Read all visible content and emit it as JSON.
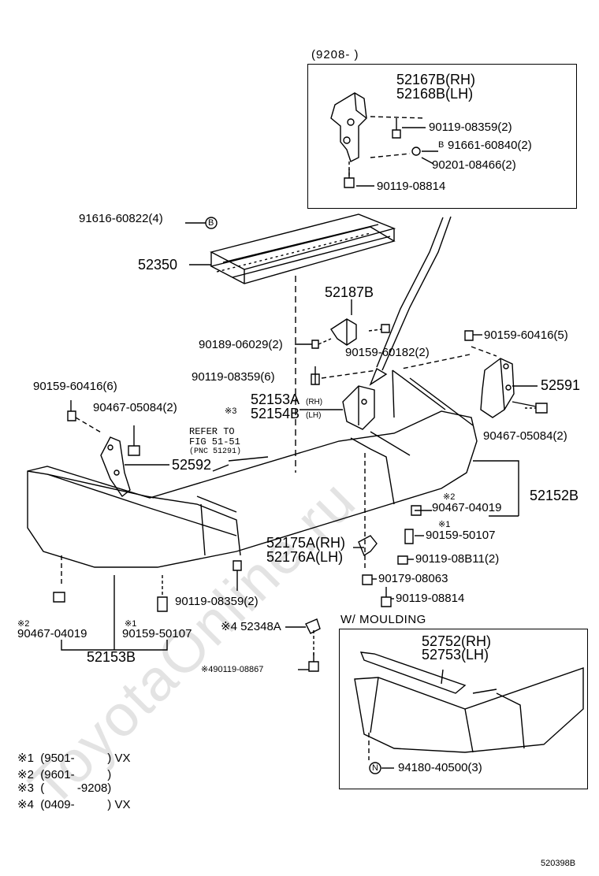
{
  "watermark": "ToyotaOnline.ru",
  "inset_top": {
    "header": "(9208-        )",
    "part_bracket": [
      "52167B(RH)",
      "52168B(LH)"
    ],
    "parts": [
      "90119-08359(2)",
      "91661-60840(2)",
      "90201-08466(2)",
      "90119-08814"
    ],
    "marker_b": "B"
  },
  "main": {
    "p_91616": "91616-60822(4)",
    "p_52350": "52350",
    "p_52187B": "52187B",
    "p_90189": "90189-06029(2)",
    "p_90159_60182": "90159-60182(2)",
    "p_90159_60416_5": "90159-60416(5)",
    "p_90119_08359_6": "90119-08359(6)",
    "p_52153A": "52153A",
    "p_52154B": "52154B",
    "p_rh_small": "(RH)",
    "p_lh_small": "(LH)",
    "note3_mark": "※3",
    "p_52591": "52591",
    "p_90159_60416_6": "90159-60416(6)",
    "p_90467_05084_left": "90467-05084(2)",
    "p_90467_05084_right": "90467-05084(2)",
    "refer": [
      "REFER TO",
      "FIG 51-51",
      "(PNC 51291)"
    ],
    "p_52592": "52592",
    "p_52152B": "52152B",
    "note2_mark_right": "※2",
    "p_90467_04019_right": "90467-04019",
    "note1_mark_right": "※1",
    "p_90159_50107_right": "90159-50107",
    "p_52175A": "52175A(RH)",
    "p_52176A": "52176A(LH)",
    "p_90119_08B11": "90119-08B11(2)",
    "p_90179": "90179-08063",
    "p_90119_08814": "90119-08814",
    "p_90119_08359_2": "90119-08359(2)",
    "note2_mark_left": "※2",
    "p_90467_04019_left": "90467-04019",
    "note1_mark_left": "※1",
    "p_90159_50107_left": "90159-50107",
    "p_52153B": "52153B",
    "p_52348A": "※4 52348A",
    "p_90119_08867": "※490119-08867"
  },
  "inset_bottom": {
    "header": "W/ MOULDING",
    "parts": [
      "52752(RH)",
      "52753(LH)"
    ],
    "p_94180": "94180-40500(3)",
    "marker_n": "N"
  },
  "notes": [
    "※1  (9501-          ) VX",
    "※2  (9601-          )",
    "※3  (          -9208)",
    "※4  (0409-          ) VX"
  ],
  "diagram_code": "520398B"
}
